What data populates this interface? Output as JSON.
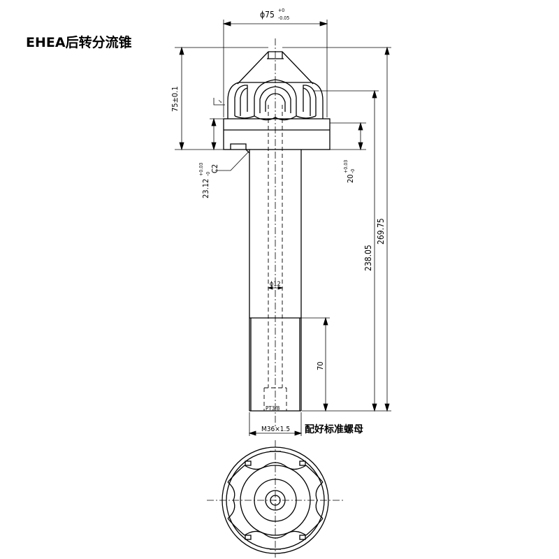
{
  "title": "EHEA后转分流锥",
  "dimensions": {
    "top_diameter_base": "ϕ75",
    "top_diameter_tol_upper": "+0",
    "top_diameter_tol_lower": "-0.05",
    "head_height": "75±0.1",
    "left_height_base": "23.12",
    "left_height_tol_upper": "+0.03",
    "left_height_tol_lower": "-0",
    "right_height_base": "20",
    "right_height_tol_upper": "+0.03",
    "right_height_tol_lower": "-0",
    "chamfer": "C2",
    "mid_length": "238.05",
    "total_length": "269.75",
    "bore_diameter": "ϕ12",
    "thread_length": "70",
    "pipe_thread": "PT3/8",
    "thread_spec": "M36×1.5"
  },
  "note": "配好标准螺母",
  "colors": {
    "line": "#000000",
    "background": "#ffffff"
  }
}
